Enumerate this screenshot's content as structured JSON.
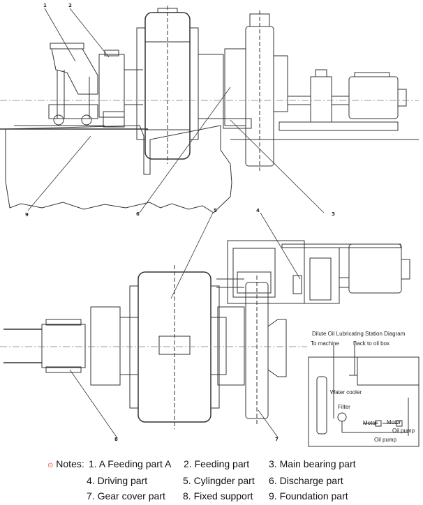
{
  "callouts": {
    "c1": "1",
    "c2": "2",
    "c3": "3",
    "c4": "4",
    "c5": "5",
    "c6": "6",
    "c7": "7",
    "c8": "8",
    "c9": "9"
  },
  "lube": {
    "title": "Dilute Oil Lubricating Station Diagram",
    "to_machine": "To machine",
    "back_to_oil_box": "Back to oil box",
    "water_cooler": "Water cooler",
    "filter": "Filter",
    "motor1": "Motor",
    "motor2": "Motor",
    "oil_pump1": "Oil pump",
    "oil_pump2": "Oil pump"
  },
  "notes": {
    "prefix": "Notes:",
    "items": [
      "1. A Feeding part A",
      "2. Feeding part",
      "3. Main bearing part",
      "4. Driving part",
      "5. Cylingder part",
      "6. Discharge part",
      "7. Gear cover part",
      "8. Fixed support",
      "9. Foundation part"
    ]
  }
}
